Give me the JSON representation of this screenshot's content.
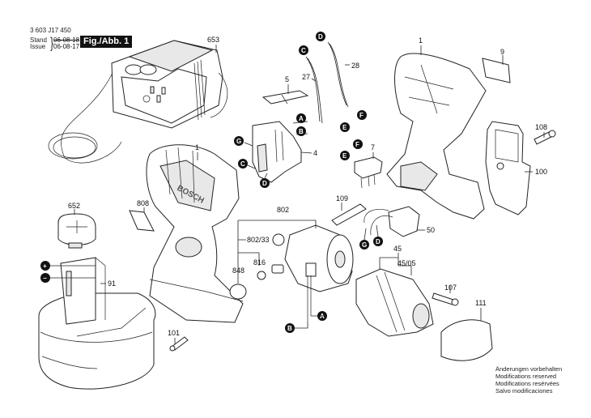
{
  "header": {
    "document_number": "3 603 J17 450",
    "stand_label": "Stand",
    "issue_label": "Issue",
    "stand_date": "06-08-18",
    "issue_date": "06-08-17",
    "figure_label": "Fig./Abb. 1"
  },
  "notice": [
    "Änderungen vorbehalten",
    "Modifications reserved",
    "Modifications resérvées",
    "Salvo modificaciones"
  ],
  "brand_mark": "BOSCH",
  "parts": {
    "p653": "653",
    "p1a": "1",
    "p1b": "1",
    "p5": "5",
    "p27": "27",
    "p28": "28",
    "p4": "4",
    "p7": "7",
    "p9": "9",
    "p108": "108",
    "p100": "100",
    "p109": "109",
    "p50": "50",
    "p652": "652",
    "p808": "808",
    "p802": "802",
    "p802_33": "802/33",
    "p816": "816",
    "p848": "848",
    "p91": "91",
    "p45": "45",
    "p45_05": "45/05",
    "p107": "107",
    "p111": "111",
    "p101": "101"
  },
  "connectors": {
    "A": "A",
    "B": "B",
    "C": "C",
    "D": "D",
    "E": "E",
    "F": "F",
    "G": "G",
    "plus": "+",
    "minus": "−"
  }
}
